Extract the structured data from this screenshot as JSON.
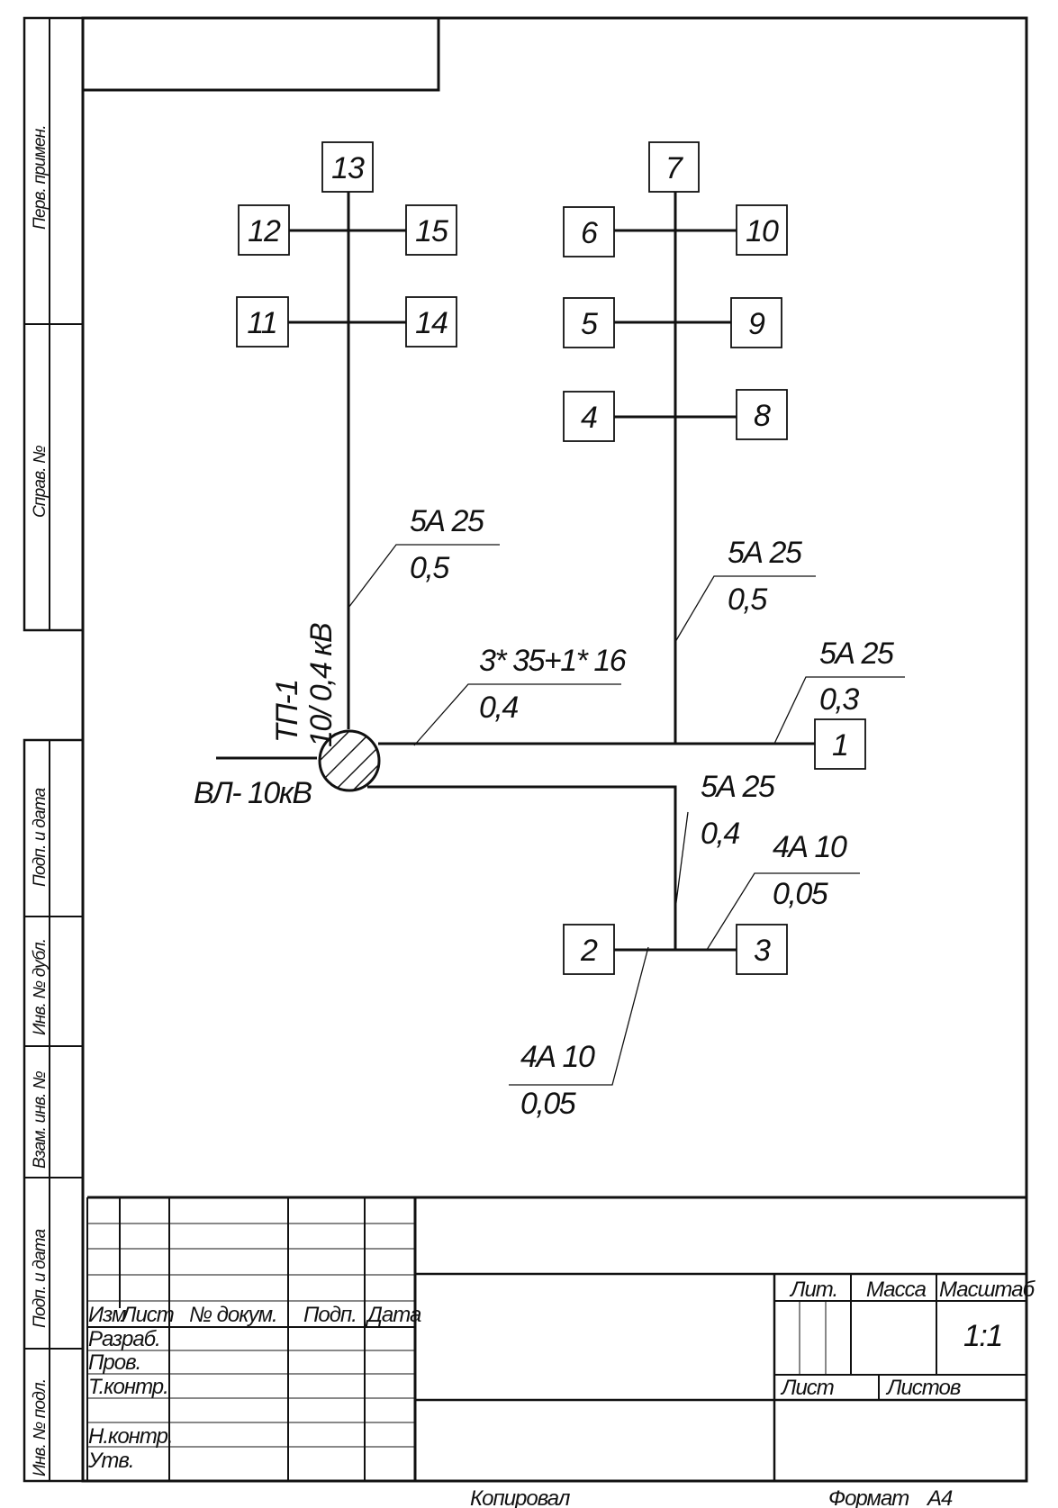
{
  "side_stamp": {
    "perv_primen": "Перв. примен.",
    "sprav_no": "Справ. №",
    "podp_i_data_1": "Подп. и дата",
    "inv_no_dubl": "Инв. № дубл.",
    "vzam_inv_no": "Взам. инв. №",
    "podp_i_data_2": "Подп. и дата",
    "inv_no_podl": "Инв. № подл."
  },
  "nodes": {
    "n1": "1",
    "n2": "2",
    "n3": "3",
    "n4": "4",
    "n5": "5",
    "n6": "6",
    "n7": "7",
    "n8": "8",
    "n9": "9",
    "n10": "10",
    "n11": "11",
    "n12": "12",
    "n13": "13",
    "n14": "14",
    "n15": "15"
  },
  "substation": {
    "name": "ТП-1",
    "voltage": "10/ 0,4 кВ",
    "feeder": "ВЛ- 10кВ"
  },
  "cable_labels": {
    "main": {
      "cable": "3* 35+1* 16",
      "length": "0,4"
    },
    "left_branch": {
      "cable": "5А 25",
      "length": "0,5"
    },
    "right_branch": {
      "cable": "5А 25",
      "length": "0,5"
    },
    "to_node1": {
      "cable": "5А 25",
      "length": "0,3"
    },
    "lower_branch": {
      "cable": "5А 25",
      "length": "0,4"
    },
    "to_node3": {
      "cable": "4А 10",
      "length": "0,05"
    },
    "to_node2": {
      "cable": "4А 10",
      "length": "0,05"
    }
  },
  "title_block": {
    "izm": "Изм",
    "list": "Лист",
    "no_dokum": "№ докум.",
    "podp": "Подп.",
    "data": "Дата",
    "razrab": "Разраб.",
    "prov": "Пров.",
    "t_kontr": "Т.контр.",
    "n_kontr": "Н.контр.",
    "utv": "Утв.",
    "lit": "Лит.",
    "massa": "Масса",
    "masshtab": "Масштаб",
    "scale_value": "1:1",
    "list_label": "Лист",
    "listov": "Листов"
  },
  "footer": {
    "kopiroval": "Копировал",
    "format_label": "Формат",
    "format_value": "А4"
  }
}
